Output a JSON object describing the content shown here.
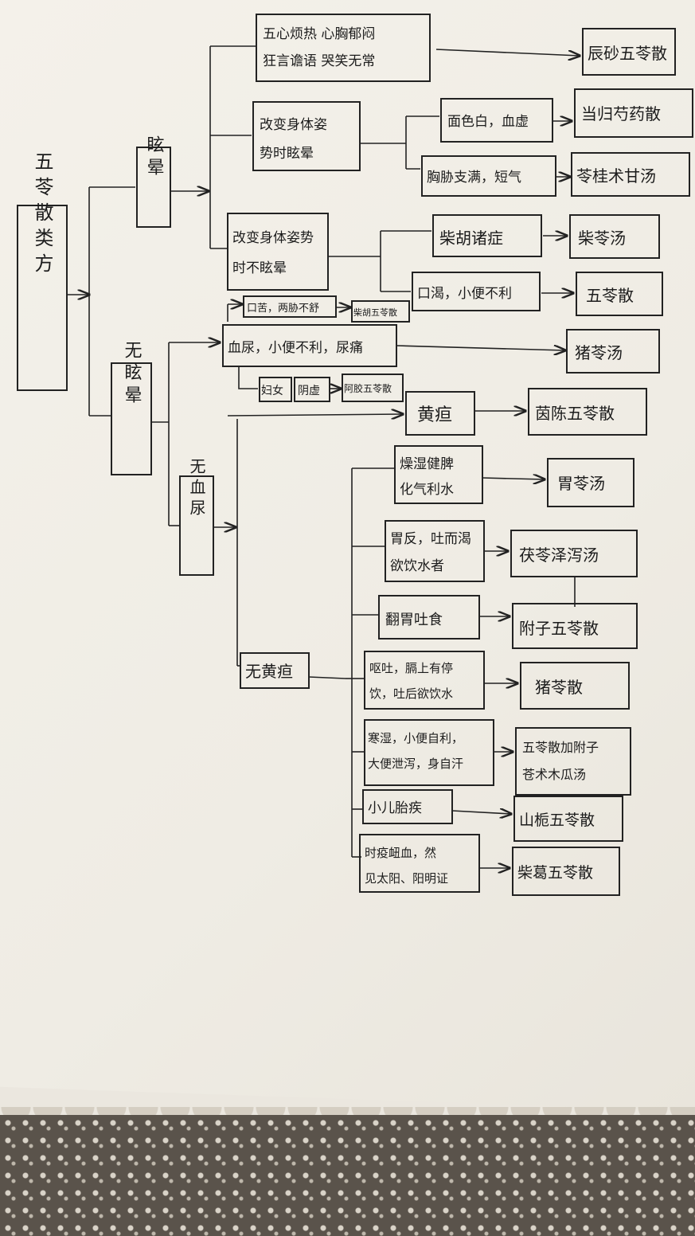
{
  "diagram": {
    "root": "五苓散类方",
    "branch_dizziness": "眩晕",
    "branch_no_dizziness": "无眩晕",
    "no_blood_urine": "无血尿",
    "no_jaundice": "无黄疸",
    "nodes": {
      "n1_line1": "五心烦热 心胸郁闷",
      "n1_line2": "狂言谵语 哭笑无常",
      "n1_result": "辰砂五苓散",
      "n2_line1": "改变身体姿",
      "n2_line2": "势时眩晕",
      "n2a": "面色白，血虚",
      "n2a_result": "当归芍药散",
      "n2b": "胸胁支满，短气",
      "n2b_result": "苓桂术甘汤",
      "n3_line1": "改变身体姿势",
      "n3_line2": "时不眩晕",
      "n3a": "柴胡诸症",
      "n3a_result": "柴苓汤",
      "n3b": "口渴，小便不利",
      "n3b_result": "五苓散",
      "n4": "口苦，两胁不舒",
      "n4_result": "柴胡五苓散",
      "n5": "血尿，小便不利，尿痛",
      "n5_result": "猪苓汤",
      "n5a": "妇女",
      "n5b": "阴虚",
      "n5_result2": "阿胶五苓散",
      "n6": "黄疸",
      "n6_result": "茵陈五苓散",
      "n7_line1": "燥湿健脾",
      "n7_line2": "化气利水",
      "n7_result": "胃苓汤",
      "n8_line1": "胃反，吐而渴",
      "n8_line2": "欲饮水者",
      "n8_result": "茯苓泽泻汤",
      "n9": "翻胃吐食",
      "n9_result": "附子五苓散",
      "n10_line1": "呕吐，膈上有停",
      "n10_line2": "饮，吐后欲饮水",
      "n10_result": "猪苓散",
      "n11_line1": "寒湿，小便自利，",
      "n11_line2": "大便泄泻，身自汗",
      "n11_result_line1": "五苓散加附子",
      "n11_result_line2": "苍术木瓜汤",
      "n12": "小儿胎疾",
      "n12_result": "山栀五苓散",
      "n13_line1": "时疫衄血，然",
      "n13_line2": "见太阳、阳明证",
      "n13_result": "柴葛五苓散"
    }
  }
}
